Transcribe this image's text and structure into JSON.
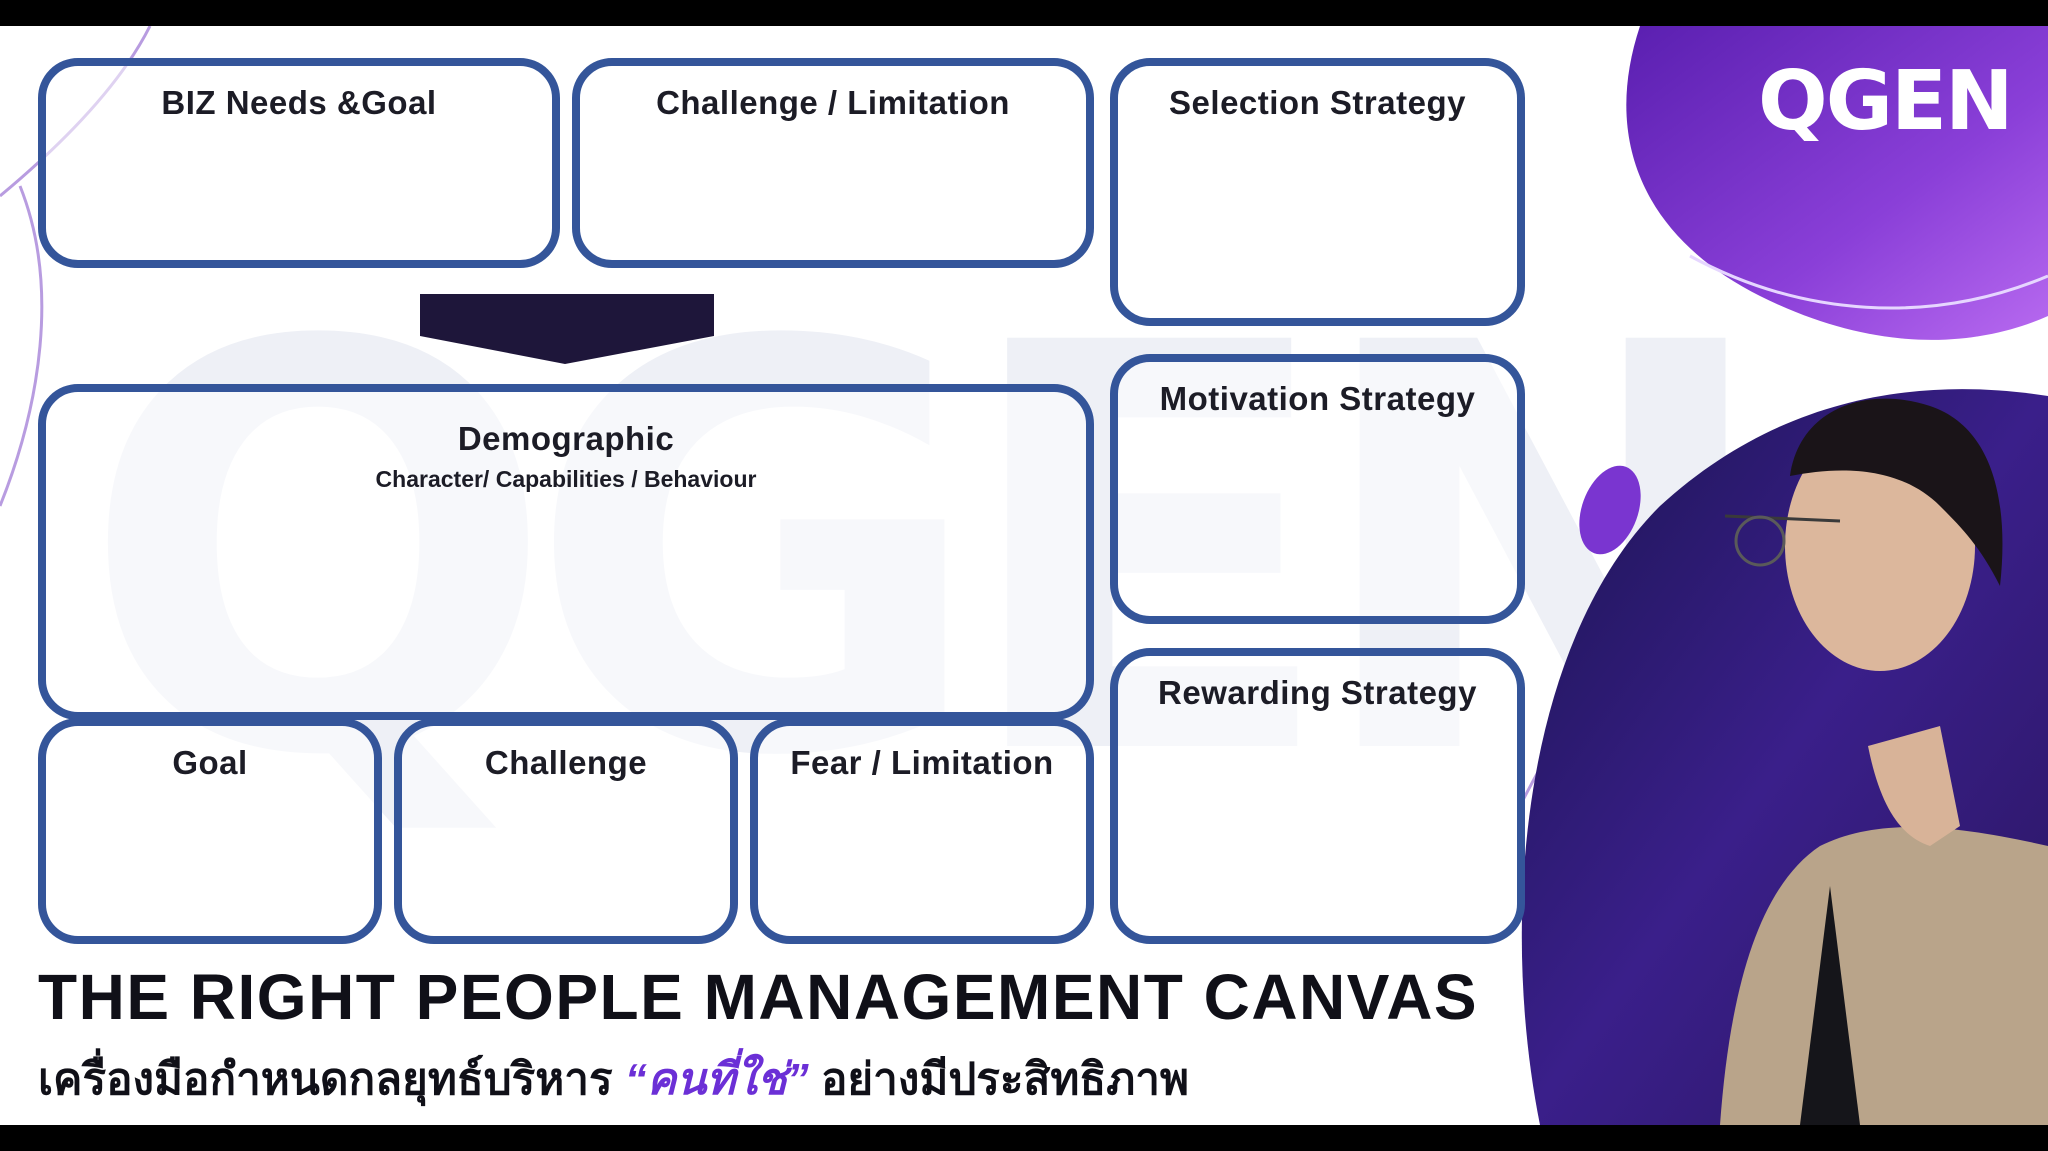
{
  "brand": {
    "logo_text": "QGEN",
    "accent_color": "#6b2fd6",
    "border_color": "#34559a"
  },
  "canvas": {
    "biz_needs": {
      "title": "BIZ Needs &Goal"
    },
    "challenge_limitation": {
      "title": "Challenge / Limitation"
    },
    "selection_strategy": {
      "title": "Selection Strategy"
    },
    "demographic": {
      "title": "Demographic",
      "subtitle": "Character/ Capabilities / Behaviour"
    },
    "motivation_strategy": {
      "title": "Motivation Strategy"
    },
    "rewarding_strategy": {
      "title": "Rewarding Strategy"
    },
    "goal": {
      "title": "Goal"
    },
    "challenge": {
      "title": "Challenge"
    },
    "fear_limitation": {
      "title": "Fear / Limitation"
    }
  },
  "footer": {
    "title": "THE RIGHT PEOPLE MANAGEMENT CANVAS",
    "subtitle_before": "เครื่องมือกำหนดกลยุทธ์บริหาร",
    "subtitle_highlight": "“คนที่ใช่”",
    "subtitle_after": "อย่างมีประสิทธิภาพ"
  }
}
